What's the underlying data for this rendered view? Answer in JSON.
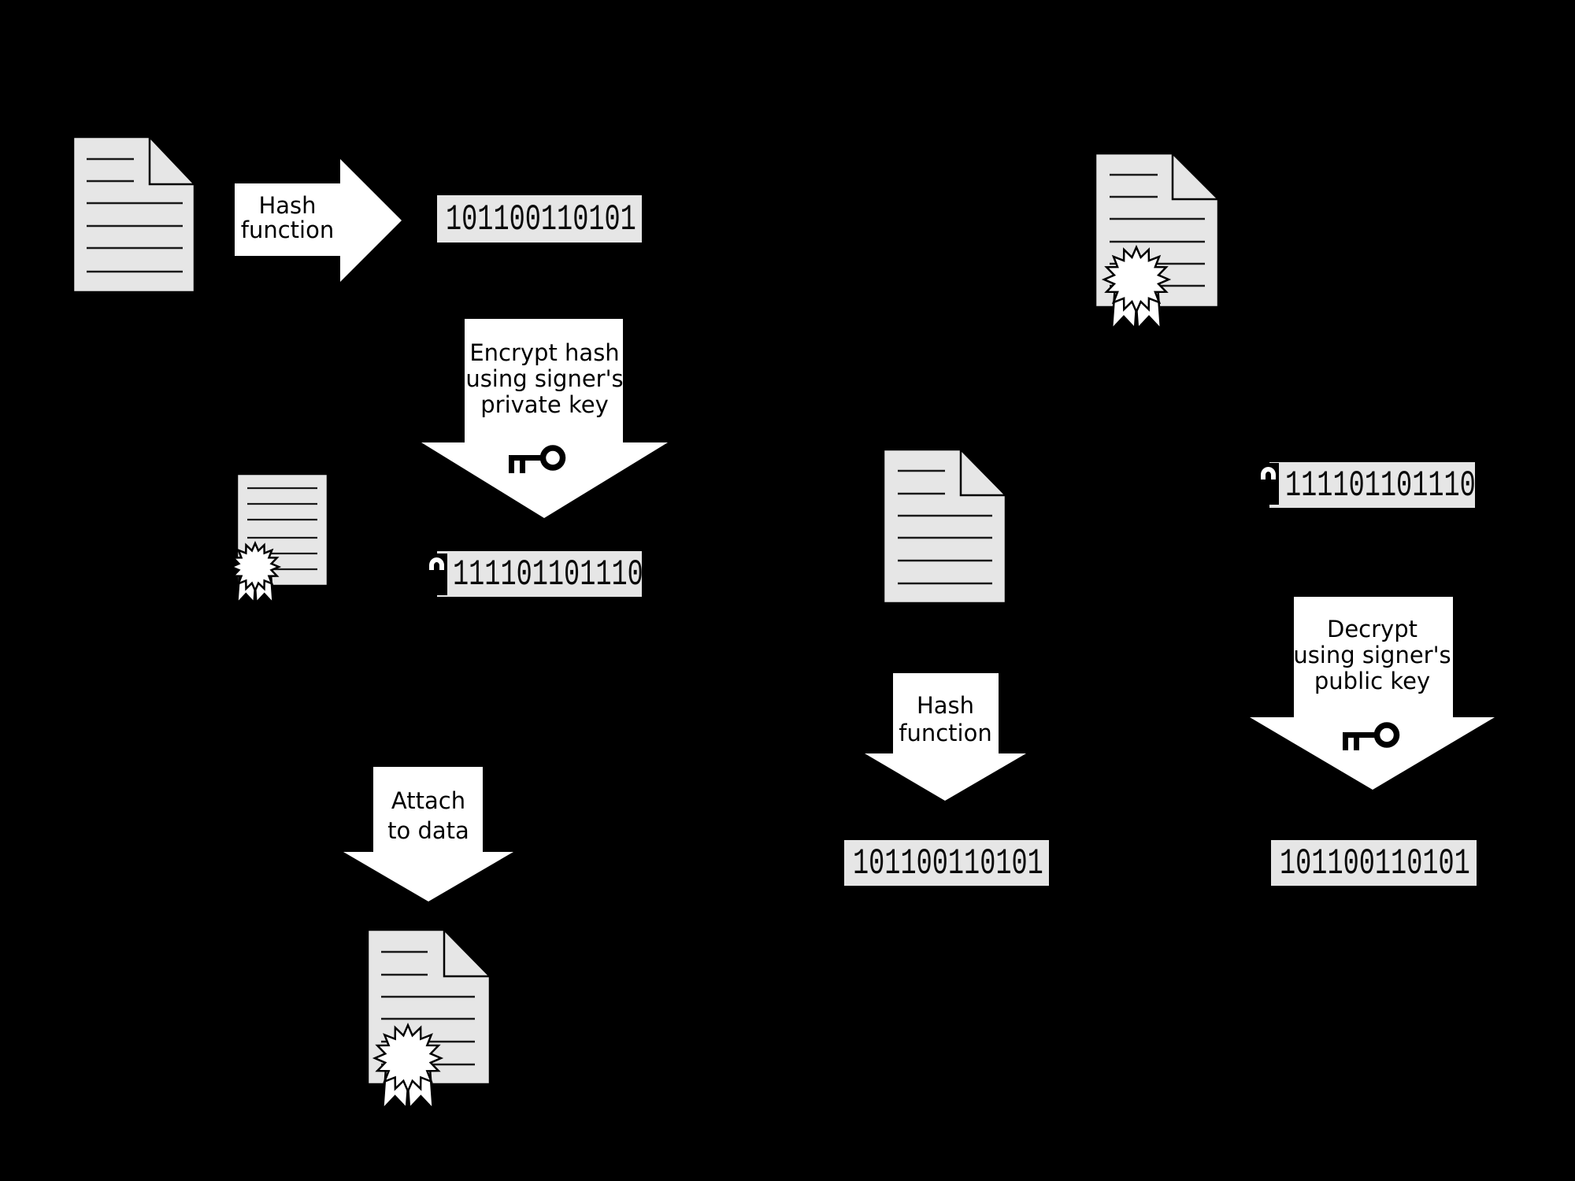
{
  "colors": {
    "background": "#000000",
    "shape_fill": "#e6e6e6",
    "arrow_fill": "#ffffff",
    "outline": "#000000"
  },
  "icons": {
    "document": "document-icon",
    "signed_document": "signed-document-icon",
    "certificate": "certificate-icon",
    "padlock": "padlock-icon",
    "key": "key-icon"
  },
  "signing": {
    "hash_arrow": {
      "line1": "Hash",
      "line2": "function"
    },
    "hash_value": "101100110101",
    "encrypt_arrow": {
      "line1": "Encrypt hash",
      "line2": "using signer's",
      "line3": "private key"
    },
    "signature_value": "111101101110",
    "attach_arrow": {
      "line1": "Attach",
      "line2": "to data"
    }
  },
  "verification": {
    "signature_value": "111101101110",
    "hash_arrow": {
      "line1": "Hash",
      "line2": "function"
    },
    "decrypt_arrow": {
      "line1": "Decrypt",
      "line2": "using signer's",
      "line3": "public key"
    },
    "computed_hash": "101100110101",
    "decrypted_hash": "101100110101"
  }
}
